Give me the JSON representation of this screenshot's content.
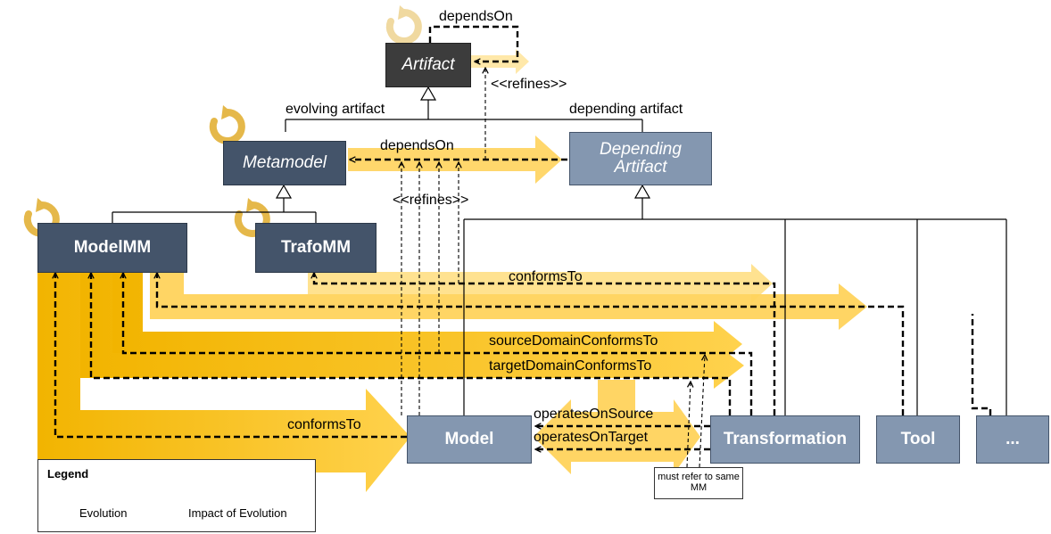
{
  "nodes": {
    "artifact": "Artifact",
    "metamodel": "Metamodel",
    "depending_artifact": "Depending Artifact",
    "model_mm": "ModelMM",
    "trafo_mm": "TrafoMM",
    "model": "Model",
    "transformation": "Transformation",
    "tool": "Tool",
    "more": "..."
  },
  "labels": {
    "depends_on_top": "dependsOn",
    "refines_top": "<<refines>>",
    "evolving_artifact": "evolving artifact",
    "depending_artifact_role": "depending artifact",
    "depends_on_mid": "dependsOn",
    "refines_mid": "<<refines>>",
    "conforms_to_trafo": "conformsTo",
    "source_domain": "sourceDomainConformsTo",
    "target_domain": "targetDomainConformsTo",
    "operates_on_source": "operatesOnSource",
    "operates_on_target": "operatesOnTarget",
    "conforms_to_model": "conformsTo"
  },
  "note": "must refer to same MM",
  "legend": {
    "title": "Legend",
    "evolution": "Evolution",
    "impact": "Impact of Evolution"
  },
  "colors": {
    "impact_strong": "#ffc000",
    "impact_light": "#ffe08a",
    "evolution_icon": "#e5b84a",
    "navy": "#44546a",
    "slate": "#8497b0",
    "dark": "#3c3c3c"
  }
}
